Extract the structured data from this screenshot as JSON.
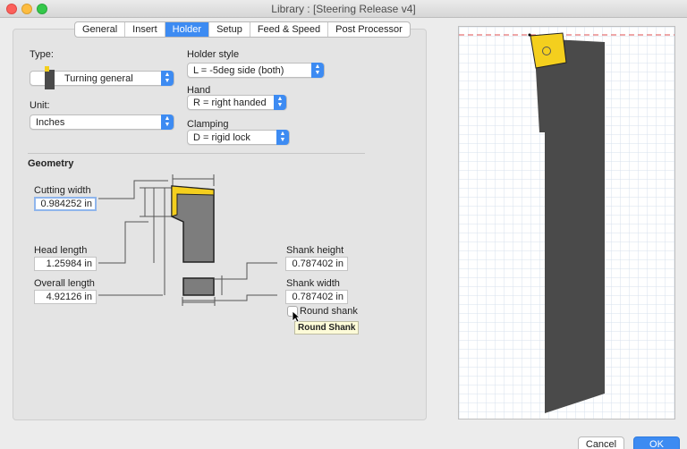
{
  "window": {
    "title": "Library : [Steering Release v4]"
  },
  "tabs": [
    {
      "label": "General"
    },
    {
      "label": "Insert"
    },
    {
      "label": "Holder"
    },
    {
      "label": "Setup"
    },
    {
      "label": "Feed & Speed"
    },
    {
      "label": "Post Processor"
    }
  ],
  "active_tab": "Holder",
  "form": {
    "type_label": "Type:",
    "type_value": "Turning general",
    "unit_label": "Unit:",
    "unit_value": "Inches",
    "holder_style_label": "Holder style",
    "holder_style_value": "L = -5deg side (both)",
    "hand_label": "Hand",
    "hand_value": "R = right handed",
    "clamping_label": "Clamping",
    "clamping_value": "D = rigid lock"
  },
  "geometry": {
    "heading": "Geometry",
    "cutting_width_label": "Cutting width",
    "cutting_width_value": "0.984252 in",
    "head_length_label": "Head length",
    "head_length_value": "1.25984 in",
    "overall_length_label": "Overall length",
    "overall_length_value": "4.92126 in",
    "shank_height_label": "Shank height",
    "shank_height_value": "0.787402 in",
    "shank_width_label": "Shank width",
    "shank_width_value": "0.787402 in",
    "round_shank_label": "Round shank",
    "round_shank_checked": false,
    "tooltip": "Round Shank"
  },
  "colors": {
    "accent": "#3d8bf2",
    "insert": "#f4cf1e",
    "holder": "#4a4a4a",
    "guide_line": "#e25050",
    "grid": "#d7e1ee"
  },
  "buttons": {
    "cancel": "Cancel",
    "ok": "OK"
  }
}
